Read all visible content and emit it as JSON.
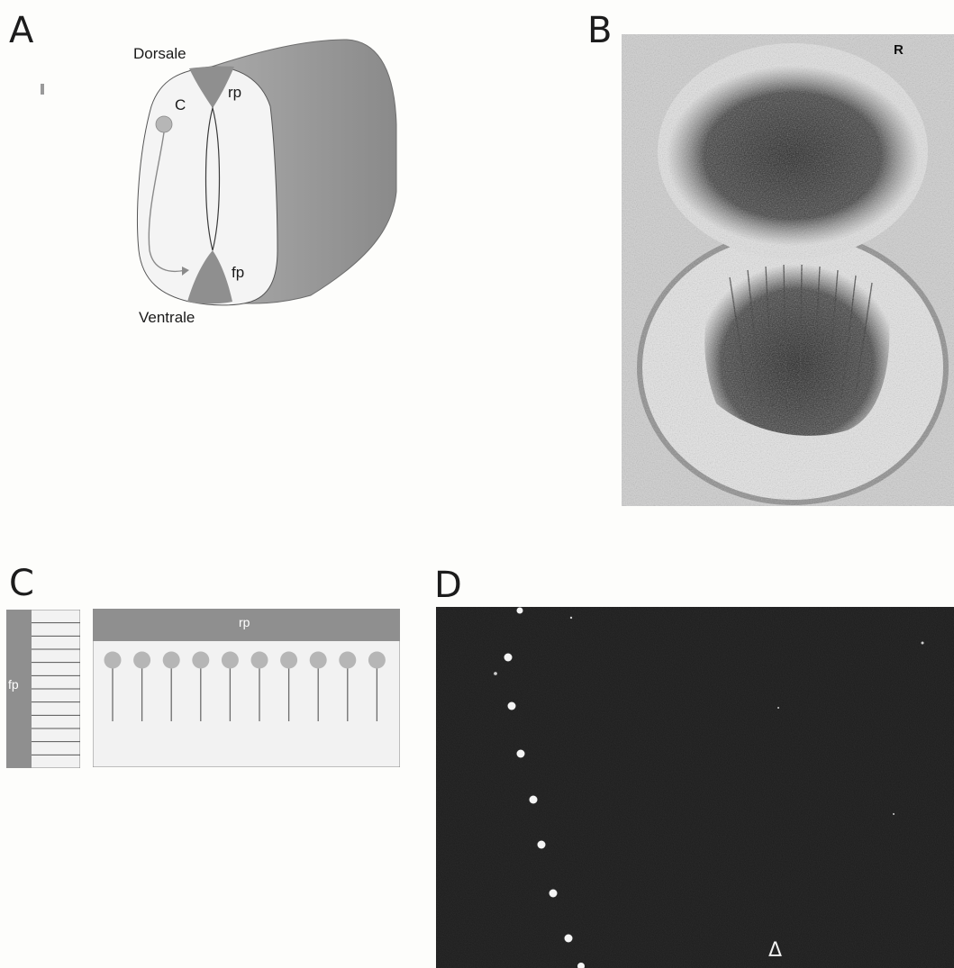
{
  "panels": {
    "a": {
      "letter": "A",
      "dorsal_label": "Dorsale",
      "ventral_label": "Ventrale",
      "roof_plate_label": "rp",
      "floor_plate_label": "fp",
      "cell_label": "C"
    },
    "b": {
      "letter": "B",
      "marker_label": "R"
    },
    "c": {
      "letter": "C",
      "floor_plate_label": "fp",
      "roof_plate_label": "rp",
      "neuron_count": 10,
      "fp_stripe_count": 11
    },
    "d": {
      "letter": "D",
      "arrowhead_label": "Δ"
    }
  },
  "colors": {
    "plate_gray": "#8f8f8f",
    "tube_side_gray": "#9d9d9d",
    "cell_gray": "#b6b6b6",
    "panel_bg": "#f1f1f1",
    "dark_bg": "#1b1b1b"
  }
}
